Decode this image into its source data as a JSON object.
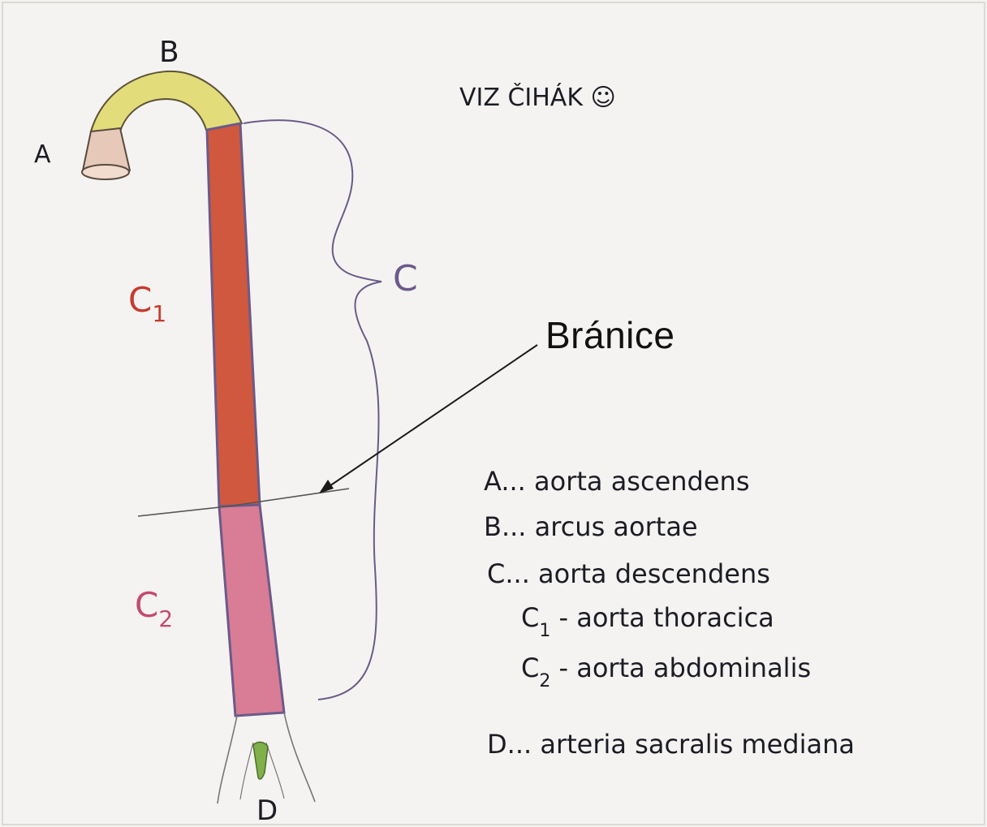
{
  "header_note": "VIZ ČIHÁK ☺",
  "segment_labels": {
    "a": "A",
    "b": "B",
    "c": "C",
    "c1_letter": "C",
    "c1_sub": "1",
    "c2_letter": "C",
    "c2_sub": "2",
    "d": "D"
  },
  "callout": "Bránice",
  "legend": [
    {
      "key": "A",
      "text": "... aorta ascendens"
    },
    {
      "key": "B",
      "text": "... arcus aortae"
    },
    {
      "key": "C",
      "text": "... aorta descendens"
    },
    {
      "key": "C",
      "sub": "1",
      "text": " - aorta thoracica"
    },
    {
      "key": "C",
      "sub": "2",
      "text": " - aorta abdominalis"
    },
    {
      "key": "D",
      "text": "... arteria sacralis mediana"
    }
  ],
  "colors": {
    "arch_yellow": "#e2dc7a",
    "ascending_tan": "#e6c9b8",
    "thoracic_red": "#d0583e",
    "abdominal_pink": "#d97c96",
    "sacral_green": "#7fb04a",
    "outline_purple": "#6b5a8a"
  }
}
